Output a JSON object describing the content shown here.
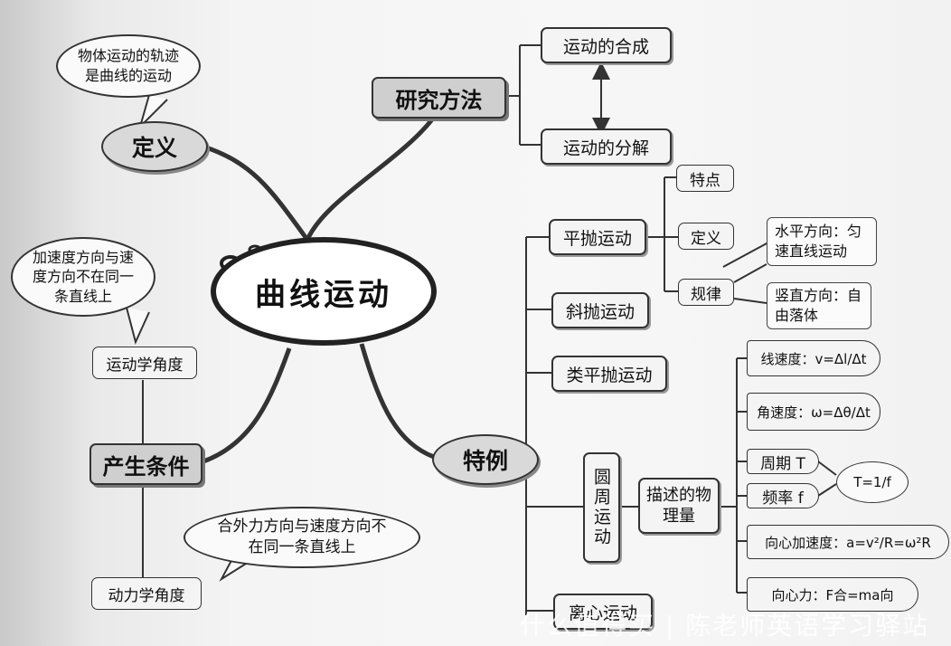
{
  "center": {
    "label": "曲线运动"
  },
  "definition": {
    "label": "定义",
    "bubble": "物体运动的轨迹是曲线的运动"
  },
  "methods": {
    "label": "研究方法",
    "items": [
      "运动的合成",
      "运动的分解"
    ]
  },
  "condition": {
    "label": "产生条件",
    "kinematics": {
      "label": "运动学角度",
      "bubble": "加速度方向与速度方向不在同一条直线上"
    },
    "dynamics": {
      "label": "动力学角度",
      "bubble": "合外力方向与速度方向不在同一条直线上"
    }
  },
  "special": {
    "label": "特例",
    "projectile": {
      "label": "平抛运动",
      "features": "特点",
      "definition": "定义",
      "rules": "规律",
      "rule_horizontal": "水平方向：匀速直线运动",
      "rule_vertical": "竖直方向：自由落体"
    },
    "oblique": "斜抛运动",
    "quasi": "类平抛运动",
    "circular": {
      "label": "圆周运动",
      "describe": "描述的物理量",
      "linear_speed": "线速度：v=Δl/Δt",
      "angular_speed": "角速度：ω=Δθ/Δt",
      "period": "周期 T",
      "frequency": "频率 f",
      "period_freq": "T=1/f",
      "centripetal_acc": "向心加速度：a=v²/R=ω²R",
      "centripetal_force": "向心力：F合=ma向"
    },
    "centrifugal": "离心运动"
  },
  "watermark": "什么值得买 | 陈老师英语学习驿站"
}
